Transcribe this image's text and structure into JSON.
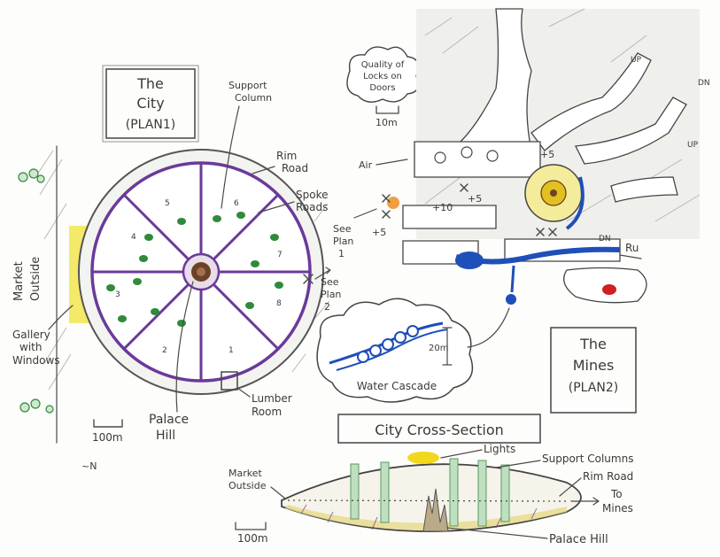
{
  "colors": {
    "ink": "#3a3a3a",
    "purple": "#6a3a9a",
    "green": "#2f8a3a",
    "brown": "#6b4226",
    "yellow": "#f2e23a",
    "blue": "#1f4fb8",
    "red": "#d02020",
    "orange": "#f0a040"
  },
  "plan1": {
    "title": [
      "The",
      "City",
      "(PLAN1)"
    ],
    "labels": {
      "support_column": [
        "Support",
        "Column"
      ],
      "rim_road": [
        "Rim",
        "Road"
      ],
      "spoke_roads": [
        "Spoke",
        "Roads"
      ],
      "see_plan2": [
        "See",
        "Plan",
        "2"
      ],
      "market_outside": [
        "Market",
        "Outside"
      ],
      "gallery": [
        "Gallery",
        "with",
        "Windows"
      ],
      "lumber_room": [
        "Lumber",
        "Room"
      ],
      "palace_hill": [
        "Palace",
        "Hill"
      ],
      "scale": "100m"
    },
    "sector_numbers": [
      "1",
      "2",
      "3",
      "4",
      "5",
      "6",
      "7",
      "8"
    ]
  },
  "plan2": {
    "title": [
      "The",
      "Mines",
      "(PLAN2)"
    ],
    "labels": {
      "quality_locks": [
        "Quality of",
        "Locks on",
        "Doors"
      ],
      "scale": "10m",
      "air": "Air",
      "plus5_top": "+5",
      "plus5_mid": "+5",
      "plus10": "+10",
      "plus5_left": "+5",
      "see_plan1": [
        "See",
        "Plan",
        "1"
      ],
      "up1": "UP",
      "dn1": "DN",
      "up2": "UP",
      "dn2": "DN",
      "ru": "Ru",
      "water_cascade": "Water Cascade",
      "height": "20m"
    }
  },
  "section": {
    "title": "City Cross-Section",
    "labels": {
      "lights": "Lights",
      "support_columns": "Support Columns",
      "rim_road": "Rim Road",
      "to_mines": [
        "To",
        "Mines"
      ],
      "market_outside": [
        "Market",
        "Outside"
      ],
      "palace_hill": "Palace Hill",
      "scale": "100m"
    }
  },
  "footer_mark": "~N"
}
